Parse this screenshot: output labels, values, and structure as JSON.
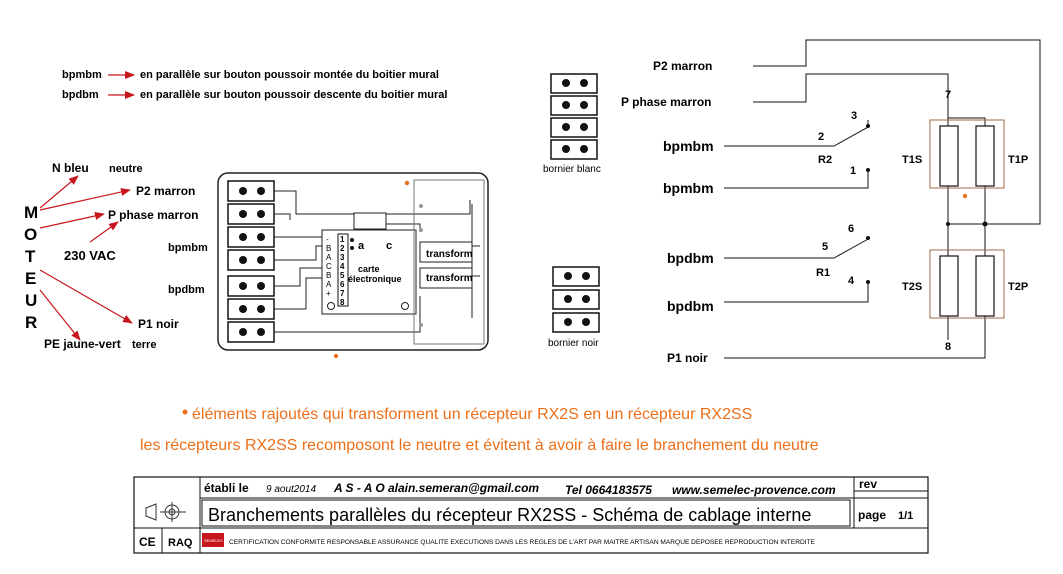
{
  "legend": {
    "row1": {
      "code": "bpmbm",
      "desc": "en parallèle sur bouton poussoir  montée du boitier mural"
    },
    "row2": {
      "code": "bpdbm",
      "desc": "en parallèle sur bouton poussoir descente du boitier mural"
    }
  },
  "moteur": {
    "letters": [
      "M",
      "O",
      "T",
      "E",
      "U",
      "R"
    ],
    "n_bleu": "N  bleu",
    "neutre": "neutre",
    "p2_marron": "P2 marron",
    "p_phase_marron": "P phase marron",
    "vac": "230 VAC",
    "bpmbm": "bpmbm",
    "bpdbm": "bpdbm",
    "p1_noir": "P1 noir",
    "pe": "PE jaune-vert",
    "terre": "terre"
  },
  "board": {
    "pins": [
      "1",
      "2",
      "3",
      "4",
      "5",
      "6",
      "7",
      "8"
    ],
    "pin_labels": [
      "-",
      "B",
      "A",
      "C",
      "B",
      "A",
      "+",
      ""
    ],
    "carte": "carte",
    "electronique": "électronique",
    "contact_a": "a",
    "contact_c": "c",
    "transform1": "transform",
    "transform2": "transform"
  },
  "bornier_blanc": "bornier blanc",
  "bornier_noir": "bornier noir",
  "schematic": {
    "p2_marron": "P2  marron",
    "p_phase_marron": "P phase  marron",
    "bpmbm_1": "bpmbm",
    "bpmbm_2": "bpmbm",
    "bpdbm_1": "bpdbm",
    "bpdbm_2": "bpdbm",
    "p1_noir": "P1    noir",
    "r2": "R2",
    "r1": "R1",
    "t1s": "T1S",
    "t1p": "T1P",
    "t2s": "T2S",
    "t2p": "T2P",
    "n1": "1",
    "n2": "2",
    "n3": "3",
    "n4": "4",
    "n5": "5",
    "n6": "6",
    "n7": "7",
    "n8": "8"
  },
  "notes": {
    "line1": "éléments rajoutés qui transforment un récepteur RX2S en un récepteur RX2SS",
    "line2": "les récepteurs RX2SS recomposont le neutre et évitent à avoir à faire le branchement du neutre",
    "color": "#ec6f1a"
  },
  "title_block": {
    "etabli": "établi le",
    "date": "9 aout2014",
    "asao": "A S - A O",
    "email": "alain.semeran@gmail.com",
    "tel": "Tel 0664183575",
    "web": "www.semelec-provence.com",
    "rev": "rev",
    "title": "Branchements parallèles du récepteur RX2SS - Schéma de cablage interne",
    "page": "page",
    "page_num": "1/1",
    "ce": "CE",
    "raq": "RAQ",
    "logo": "SEMELEC",
    "cert": "CERTIFICATION CONFORMITE RESPONSABLE ASSURANCE QUALITE   EXECUTIONS DANS LES REGLES DE L'ART PAR MAITRE ARTISAN   MARQUE DEPOSEE   REPRODUCTION INTERDITE"
  },
  "colors": {
    "arrow": "#c8161d",
    "accent": "#ec6f1a",
    "line": "#111111"
  }
}
